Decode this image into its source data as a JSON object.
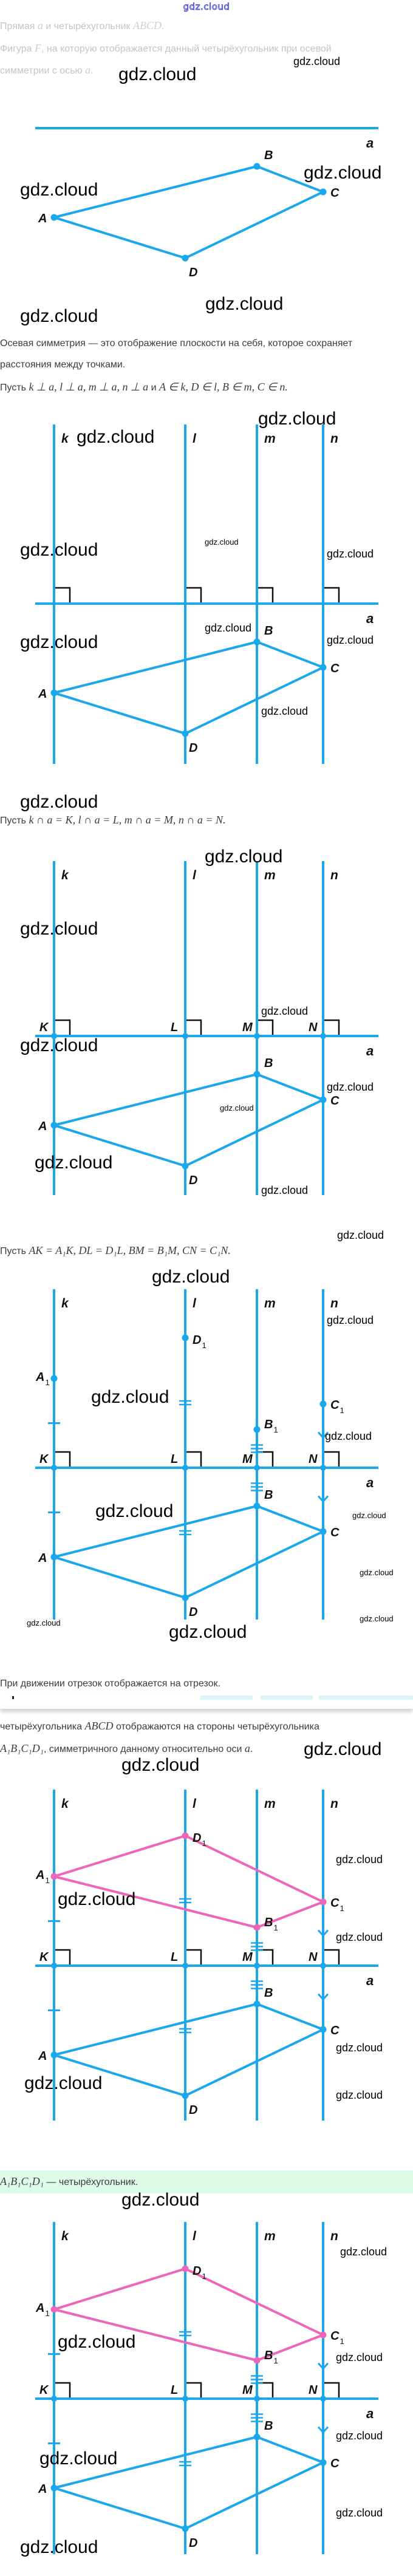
{
  "header": {
    "site_title": "gdz.cloud"
  },
  "watermark": "gdz.cloud",
  "colors": {
    "line": "#1aa7ec",
    "image_quad": "#ee66b8",
    "right_angle": "#111111",
    "highlight_bg": "#dcfbe8"
  },
  "text": {
    "p1": [
      [
        "t",
        "Прямая "
      ],
      [
        "m",
        "a"
      ],
      [
        "t",
        " и четырёхугольник "
      ],
      [
        "m",
        "ABCD"
      ],
      [
        "t",
        "."
      ]
    ],
    "p2": [
      [
        "t",
        "Фигура "
      ],
      [
        "m",
        "F"
      ],
      [
        "t",
        ", на которую отображается данный четырёхугольник при осевой"
      ]
    ],
    "p3": [
      [
        "t",
        "симметрии с осью "
      ],
      [
        "m",
        "a"
      ],
      [
        "t",
        "."
      ]
    ],
    "p4": [
      [
        "t",
        "Осевая симметрия — это отображение плоскости на себя, которое сохраняет"
      ]
    ],
    "p5": [
      [
        "t",
        "расстояния между точками."
      ]
    ],
    "p6": [
      [
        "t",
        "Пусть "
      ],
      [
        "m",
        "k ⊥ a,  l ⊥ a,  m ⊥ a,  n ⊥ a"
      ],
      [
        "t",
        " и "
      ],
      [
        "m",
        "A ∈ k,  D ∈ l,  B ∈ m,  C ∈ n."
      ]
    ],
    "p7": [
      [
        "t",
        "Пусть "
      ],
      [
        "m",
        "k ∩ a = K,  l ∩ a = L,  m ∩ a = M,  n ∩ a = N."
      ]
    ],
    "p8": [
      [
        "t",
        "Пусть "
      ],
      [
        "m",
        "AK = A₁K,  DL = D₁L,  BM = B₁M,  CN = C₁N."
      ]
    ],
    "p9": [
      [
        "t",
        "При движении отрезок отображается на отрезок."
      ]
    ],
    "p10": [
      [
        "t",
        "четырёхугольника "
      ],
      [
        "m",
        "ABCD"
      ],
      [
        "t",
        " отображаются на стороны четырёхугольника"
      ]
    ],
    "p11": [
      [
        "m",
        "A₁B₁C₁D₁"
      ],
      [
        "t",
        ", симметричного данному относительно оси "
      ],
      [
        "m",
        "a"
      ],
      [
        "t",
        "."
      ]
    ],
    "p12": [
      [
        "m",
        "A₁B₁C₁D₁"
      ],
      [
        "t",
        " — четырёхугольник."
      ]
    ]
  },
  "diagram_labels": {
    "lines": [
      "k",
      "l",
      "m",
      "n"
    ],
    "axis": "a",
    "feet": [
      "K",
      "L",
      "M",
      "N"
    ],
    "vertices": [
      "A",
      "B",
      "C",
      "D"
    ],
    "subscript": "1"
  }
}
